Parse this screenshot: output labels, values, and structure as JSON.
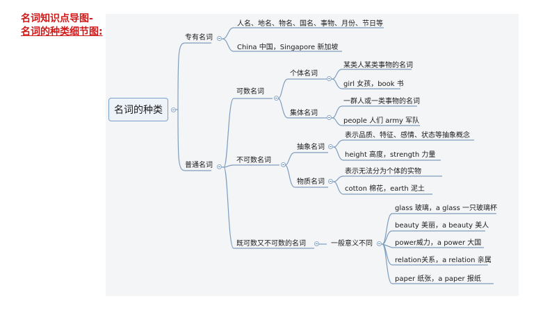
{
  "header": {
    "line1": "名词知识点导图-",
    "line2": "名词的种类细节图:"
  },
  "mindmap": {
    "root": "名词的种类",
    "proper": {
      "label": "专有名词",
      "items": [
        "人名、地名、物名、国名、事物、月份、节日等",
        "China 中国，Singapore 新加坡"
      ]
    },
    "common": {
      "label": "普通名词",
      "countable": {
        "label": "可数名词",
        "individual": {
          "label": "个体名词",
          "items": [
            "某类人某类事物的名词",
            "girl 女孩，book 书"
          ]
        },
        "collective": {
          "label": "集体名词",
          "items": [
            "一群人或一类事物的名词",
            "people 人们 army 军队"
          ]
        }
      },
      "uncountable": {
        "label": "不可数名词",
        "abstract": {
          "label": "抽象名词",
          "items": [
            "表示品质、特征、感情、状态等抽象概念",
            "height 高度，strength 力量"
          ]
        },
        "material": {
          "label": "物质名词",
          "items": [
            "表示无法分为个体的实物",
            "cotton 棉花，earth 泥土"
          ]
        }
      },
      "both": {
        "label": "既可数又不可数的名词",
        "meaning": {
          "label": "一般意义不同",
          "items": [
            "glass 玻璃，a glass 一只玻璃杯",
            "beauty 美丽，a beauty 美人",
            "power威力，a power 大国",
            "relation关系，a relation 亲属",
            "paper 纸张，a paper 报纸"
          ]
        }
      }
    }
  }
}
